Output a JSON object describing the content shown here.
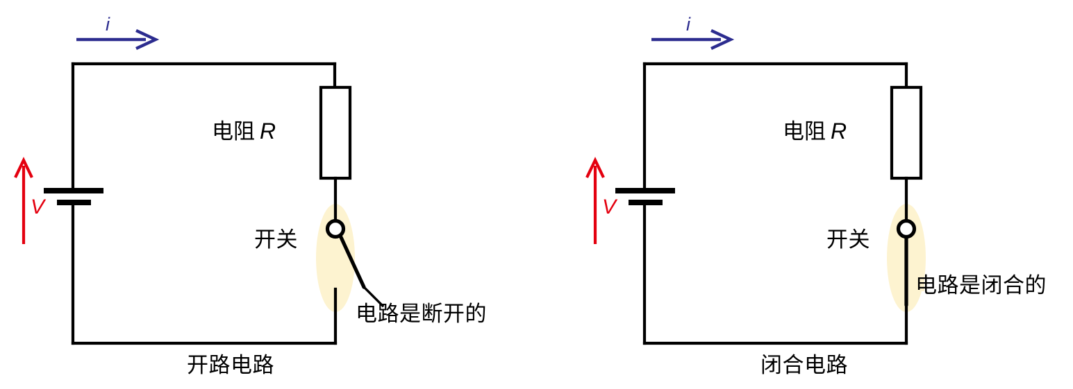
{
  "figure": {
    "type": "circuit-diagram",
    "description": "Two series circuits comparing an open switch and a closed switch",
    "background_color": "#ffffff"
  },
  "colors": {
    "wire": "#000000",
    "current_arrow": "#2c2c8f",
    "voltage_arrow": "#e4000f",
    "highlight": "#fdf3d0",
    "text": "#000000"
  },
  "circuits": [
    {
      "id": "open-circuit",
      "caption": "开路电路",
      "current_label": "i",
      "voltage_label": "V",
      "resistor_label_cn": "电阻",
      "resistor_label_sym": "R",
      "switch_label": "开关",
      "switch_state_note": "电路是断开的",
      "switch_state": "open"
    },
    {
      "id": "closed-circuit",
      "caption": "闭合电路",
      "current_label": "i",
      "voltage_label": "V",
      "resistor_label_cn": "电阻",
      "resistor_label_sym": "R",
      "switch_label": "开关",
      "switch_state_note": "电路是闭合的",
      "switch_state": "closed"
    }
  ]
}
